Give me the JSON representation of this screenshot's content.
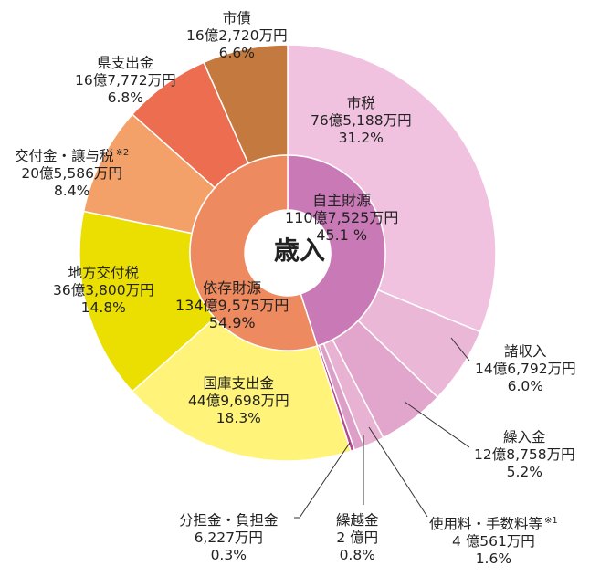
{
  "chart_data": {
    "type": "pie",
    "title": "歳入",
    "inner": [
      {
        "label": "自主財源",
        "amount": "110億7,525万円",
        "percent": "45.1 %",
        "value": 45.1,
        "color": "#c879b6"
      },
      {
        "label": "依存財源",
        "amount": "134億9,575万円",
        "percent": "54.9%",
        "value": 54.9,
        "color": "#ee8a5f"
      }
    ],
    "outer": [
      {
        "label": "市税",
        "amount": "76億5,188万円",
        "percent": "31.2%",
        "value": 31.2,
        "color": "#f0c2df",
        "note": ""
      },
      {
        "label": "諸収入",
        "amount": "14億6,792万円",
        "percent": "6.0%",
        "value": 6.0,
        "color": "#ebb7d7",
        "note": ""
      },
      {
        "label": "繰入金",
        "amount": "12億8,758万円",
        "percent": "5.2%",
        "value": 5.2,
        "color": "#e2a5cb",
        "note": ""
      },
      {
        "label": "使用料・手数料等",
        "amount": "4 億561万円",
        "percent": "1.6%",
        "value": 1.6,
        "color": "#e8b3d3",
        "note": "※1"
      },
      {
        "label": "繰越金",
        "amount": "2 億円",
        "percent": "0.8%",
        "value": 0.8,
        "color": "#dc9fc8",
        "note": ""
      },
      {
        "label": "分担金・負担金",
        "amount": "6,227万円",
        "percent": "0.3%",
        "value": 0.3,
        "color": "#b8458f",
        "note": ""
      },
      {
        "label": "国庫支出金",
        "amount": "44億9,698万円",
        "percent": "18.3%",
        "value": 18.3,
        "color": "#fff37a",
        "note": ""
      },
      {
        "label": "地方交付税",
        "amount": "36億3,800万円",
        "percent": "14.8%",
        "value": 14.8,
        "color": "#eadf00",
        "note": ""
      },
      {
        "label": "交付金・譲与税",
        "amount": "20億5,586万円",
        "percent": "8.4%",
        "value": 8.4,
        "color": "#f4a169",
        "note": "※2"
      },
      {
        "label": "県支出金",
        "amount": "16億7,772万円",
        "percent": "6.8%",
        "value": 6.8,
        "color": "#ec6d4f",
        "note": ""
      },
      {
        "label": "市債",
        "amount": "16億2,720万円",
        "percent": "6.6%",
        "value": 6.6,
        "color": "#c47a3f",
        "note": ""
      }
    ]
  }
}
